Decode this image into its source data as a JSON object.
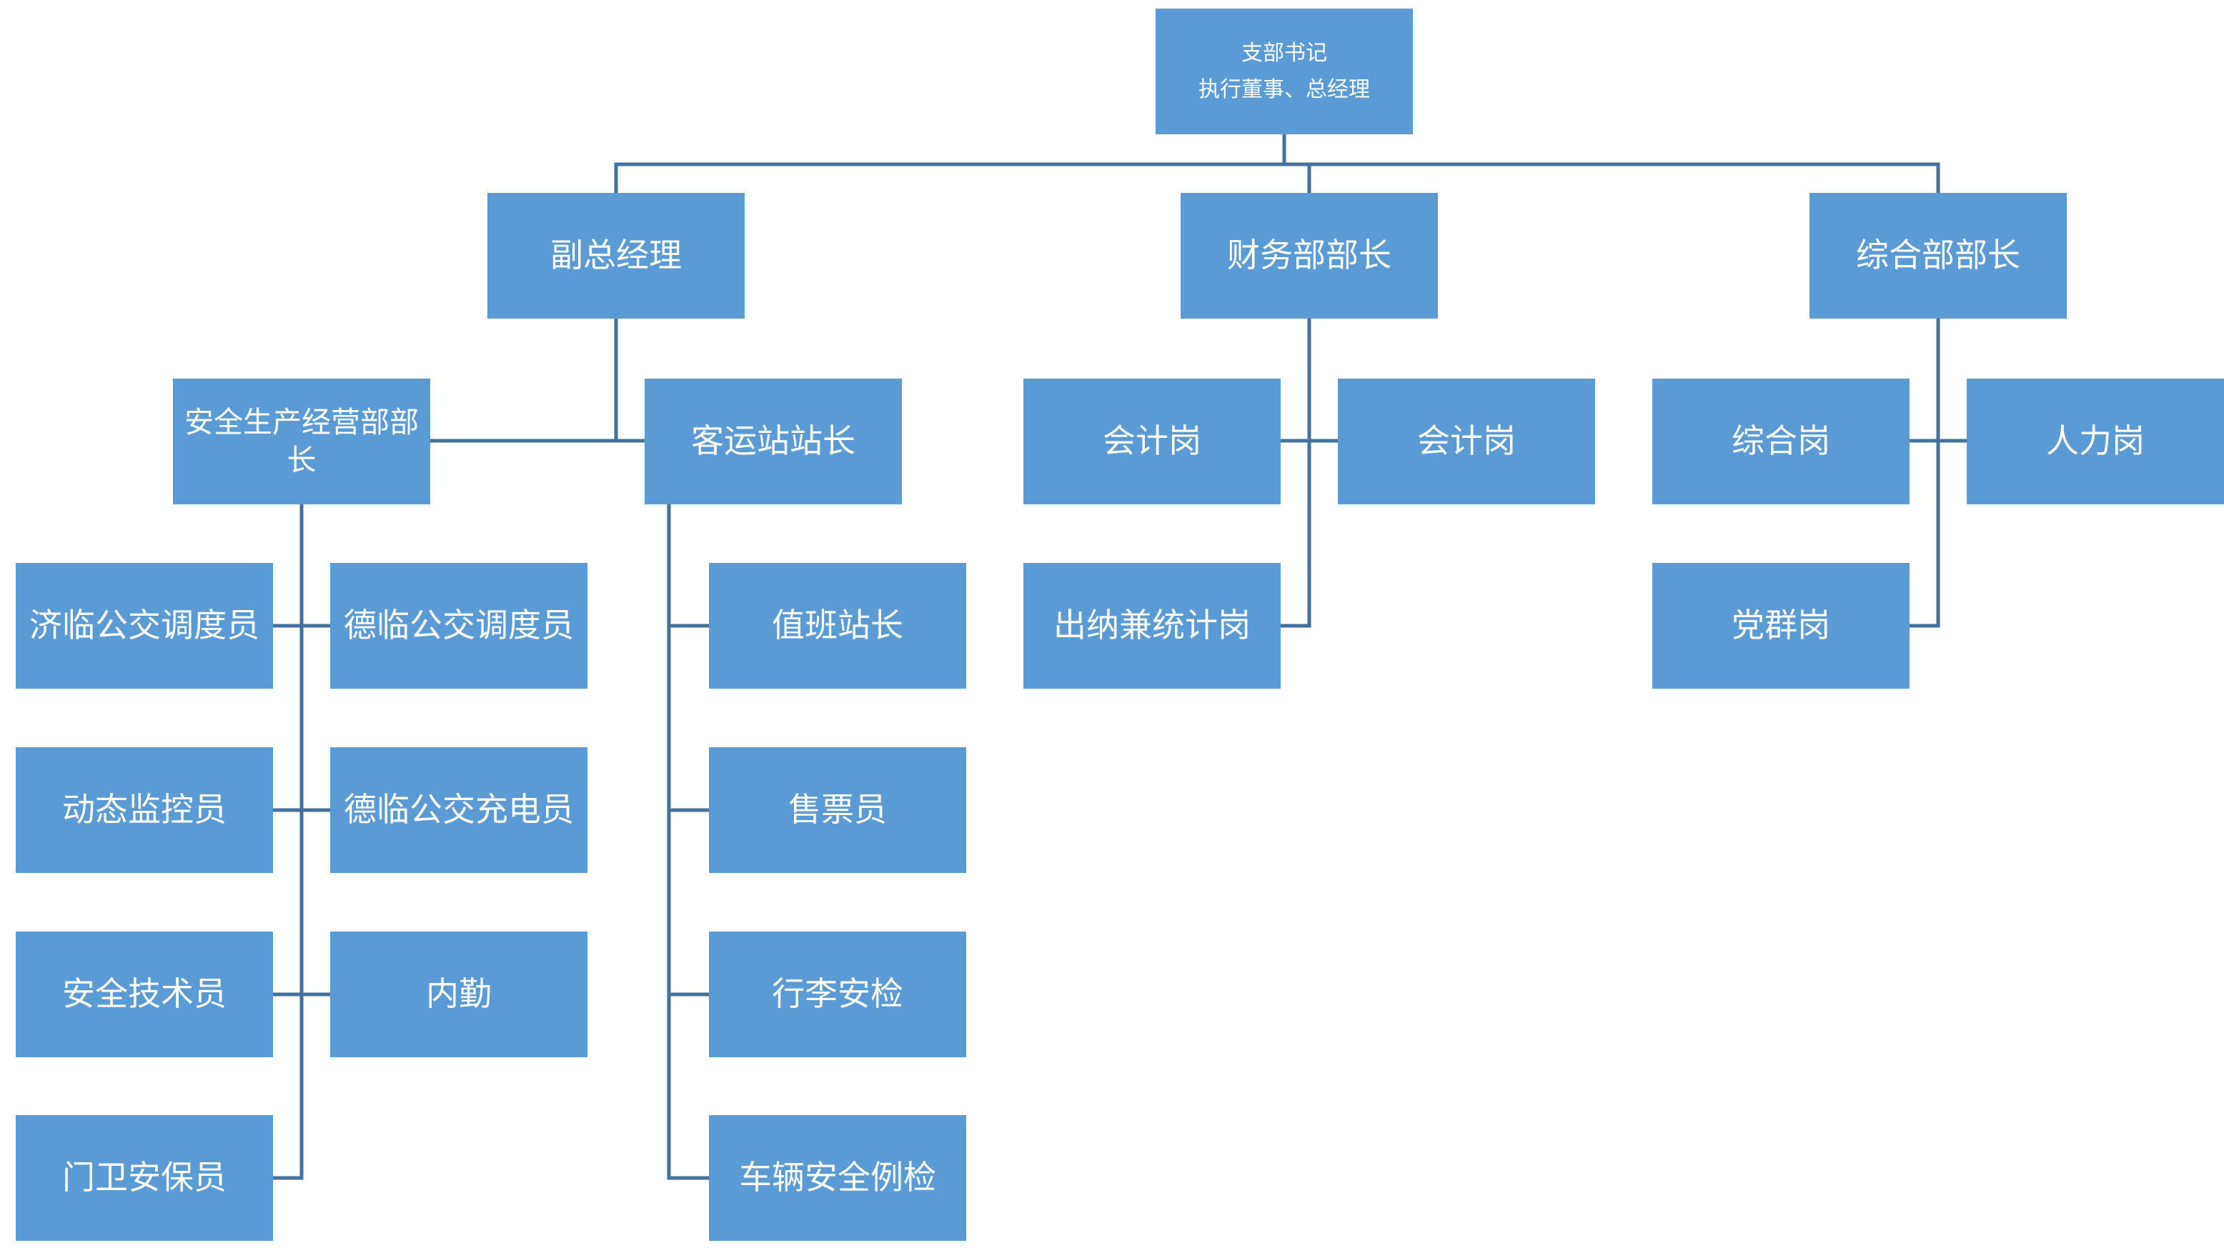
{
  "chart": {
    "root": {
      "line1": "支部书记",
      "line2": "执行董事、总经理"
    },
    "level1": {
      "deputy_gm": "副总经理",
      "finance_head": "财务部部长",
      "general_head": "综合部部长"
    },
    "deputy_branch": {
      "safety_head": "安全生产经营部部长",
      "station_master": "客运站站长"
    },
    "safety_staff": [
      "济临公交调度员",
      "德临公交调度员",
      "动态监控员",
      "德临公交充电员",
      "安全技术员",
      "内勤",
      "门卫安保员"
    ],
    "station_staff": [
      "值班站长",
      "售票员",
      "行李安检",
      "车辆安全例检"
    ],
    "finance_staff": [
      "会计岗",
      "会计岗",
      "出纳兼统计岗"
    ],
    "general_staff": [
      "综合岗",
      "人力岗",
      "党群岗"
    ]
  },
  "colors": {
    "box": "#5b9bd5",
    "line": "#41719c",
    "text": "#ffffff"
  }
}
